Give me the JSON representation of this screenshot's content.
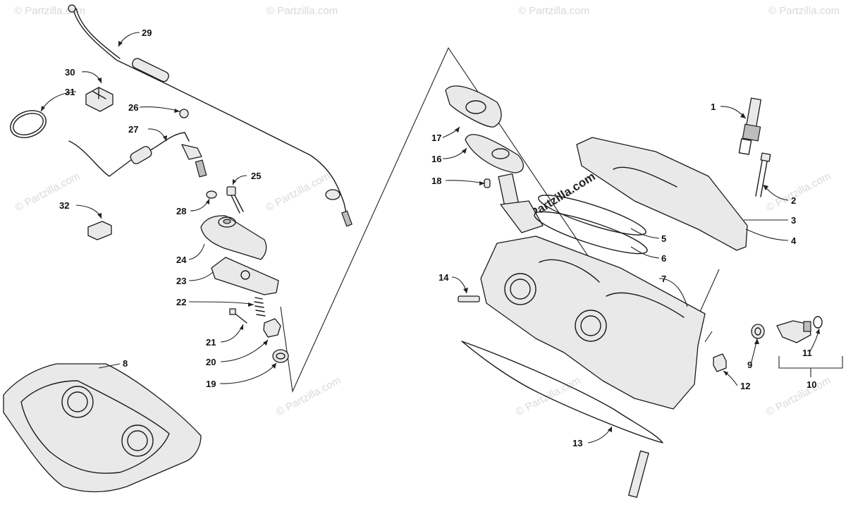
{
  "watermark": "© Partzilla.com",
  "callouts": {
    "c1": "1",
    "c2": "2",
    "c3": "3",
    "c4": "4",
    "c5": "5",
    "c6": "6",
    "c7": "7",
    "c8": "8",
    "c9": "9",
    "c10": "10",
    "c11": "11",
    "c12": "12",
    "c13": "13",
    "c14": "14",
    "c16": "16",
    "c17": "17",
    "c18": "18",
    "c19": "19",
    "c20": "20",
    "c21": "21",
    "c22": "22",
    "c23": "23",
    "c24": "24",
    "c25": "25",
    "c26": "26",
    "c27": "27",
    "c28": "28",
    "c29": "29",
    "c30": "30",
    "c31": "31",
    "c32": "32"
  }
}
